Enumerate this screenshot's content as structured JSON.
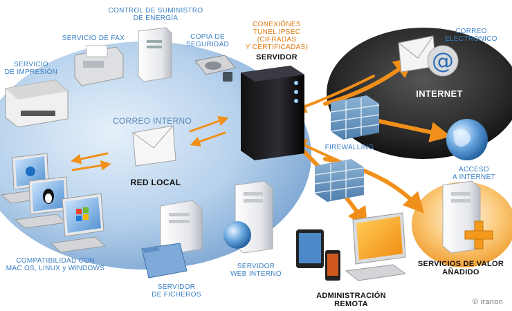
{
  "labels": {
    "control_suministro": "CONTROL DE SUMINISTRO\nDE ENERGÍA",
    "servicio_fax": "SERVICIO DE FAX",
    "copia_seguridad": "COPIA DE\nSEGURIDAD",
    "servicio_impresion": "SERVICIO\nDE IMPRESIÓN",
    "conexiones": "CONEXIÓNES\nTUNEL IPSEC\n(CIFRADAS\nY CERTIFICADAS)",
    "servidor": "SERVIDOR",
    "correo_electronico": "CORREO\nELECTRÓNICO",
    "internet": "INTERNET",
    "correo_interno": "CORREO INTERNO",
    "firewalling": "FIREWALLING",
    "acceso_internet": "ACCESO\nA INTERNET",
    "red_local": "RED LOCAL",
    "compatibilidad": "COMPATIBILIDAD CON\nMAC OS, LINUX y WINDOWS",
    "servidor_web": "SERVIDOR\nWEB INTERNO",
    "servidor_ficheros": "SERVIDOR\nDE FICHEROS",
    "administracion": "ADMINISTRACIÓN\nREMOTA",
    "servicios_valor": "SERVICIOS DE VALOR\nAÑADIDO",
    "copyright": "© iranon"
  },
  "colors": {
    "lan_blue": "#a9c8e6",
    "internet_dark": "#2a2a2a",
    "arrow_orange": "#f0901a",
    "label_blue": "#3a7fc4",
    "vpn_orange": "#e07a10",
    "addon_orange": "#f5a52a"
  }
}
